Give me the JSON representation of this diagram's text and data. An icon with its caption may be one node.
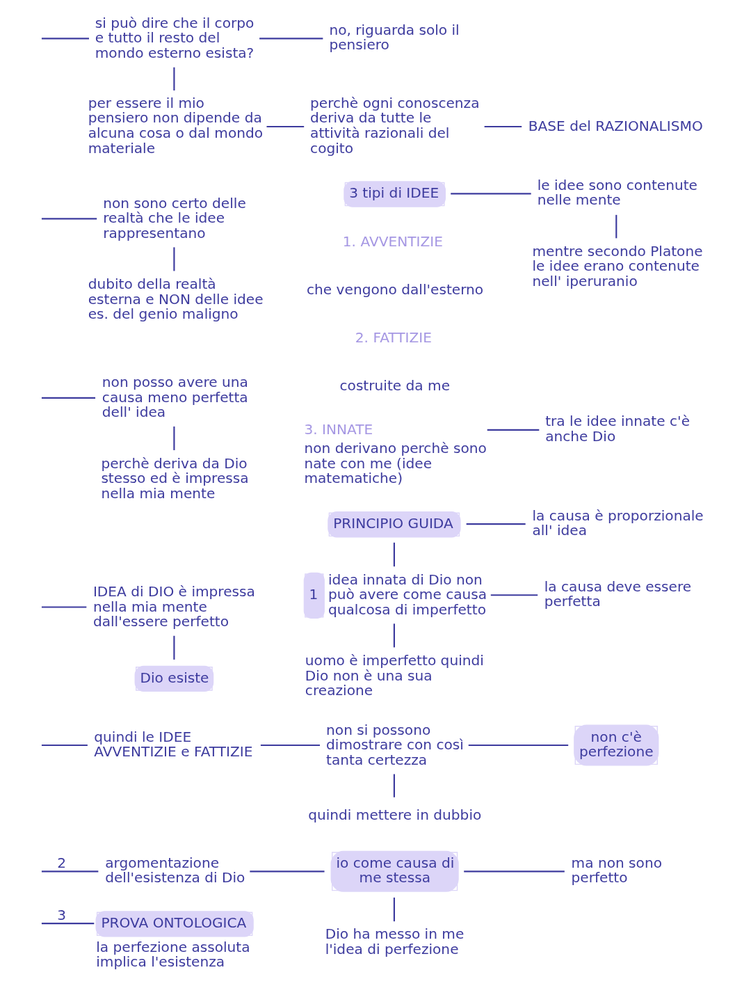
{
  "diagram": {
    "nodes": [
      {
        "text": [
          "si può dire che il corpo e tutto il resto del mondo esterno esista?"
        ]
      },
      {
        "text": [
          "no, riguarda solo il pensiero"
        ]
      },
      {
        "text": [
          "BASE del RAZIONALISMO"
        ]
      },
      {
        "text": [
          "per essere il mio pensiero non dipende da alcuna cosa o dal mondo materiale"
        ]
      },
      {
        "text": [
          "perchè ogni conoscenza deriva da tutte le attività razionali del cogito"
        ]
      },
      {
        "text": [
          "le idee sono contenute nelle mente"
        ]
      },
      {
        "text": [
          "mentre secondo Platone le idee erano contenute nell' iperuranio"
        ]
      },
      {
        "text": [
          "non sono certo delle realtà che le idee rappresentano"
        ]
      },
      {
        "text": [
          "3 tipi di IDEE"
        ]
      },
      {
        "text": [
          "dubito della realtà esterna e NON delle idee es. del genio maligno"
        ]
      },
      {
        "text": [
          "3. INNATE",
          "non derivano perchè sono nate con me (idee matematiche)"
        ]
      },
      {
        "text": [
          "tra le idee innate c'è anche Dio"
        ]
      },
      {
        "text": [
          "non posso avere una causa meno perfetta dell' idea"
        ]
      },
      {
        "text": [
          "PRINCIPIO GUIDA"
        ]
      },
      {
        "text": [
          "la causa è proporzionale all' idea"
        ]
      },
      {
        "text": [
          "perchè deriva da Dio stesso ed è impressa nella mia mente"
        ]
      },
      {
        "text": [
          "1",
          "idea innata di Dio non può avere come causa qualcosa di imperfetto"
        ]
      },
      {
        "text": [
          "la causa deve essere perfetta"
        ]
      },
      {
        "text": [
          "uomo è imperfetto quindi Dio non è una sua creazione"
        ]
      },
      {
        "text": [
          "IDEA di DIO è impressa nella mia mente dall'essere perfetto"
        ]
      },
      {
        "text": [
          "Dio esiste"
        ]
      },
      {
        "text": [
          "quindi le IDEE AVVENTIZIE e FATTIZIE"
        ]
      },
      {
        "text": [
          "non si possono dimostrare con così tanta certezza"
        ]
      },
      {
        "text": [
          "non c'è perfezione"
        ]
      },
      {
        "text": [
          "quindi mettere in dubbio"
        ]
      },
      {
        "text": [
          "argomentazione dell'esistenza di Dio"
        ]
      },
      {
        "text": [
          "io come causa di me stessa"
        ]
      },
      {
        "text": [
          "ma non sono perfetto"
        ]
      },
      {
        "text": [
          "PROVA ONTOLOGICA",
          "la perfezione assoluta implica l'esistenza"
        ]
      },
      {
        "text": [
          "Dio ha messo in me l'idea di perfezione"
        ]
      }
    ],
    "edges": [
      {
        "from": null,
        "to": 0,
        "arrow": "none"
      },
      {
        "from": 0,
        "to": 1,
        "arrow": "none"
      },
      {
        "from": 0,
        "to": 3,
        "arrow": "none"
      },
      {
        "from": 3,
        "to": 4,
        "arrow": "none"
      },
      {
        "from": 4,
        "to": 2,
        "arrow": "none"
      },
      {
        "from": 8,
        "to": 5,
        "arrow": "none"
      },
      {
        "from": 5,
        "to": 6,
        "arrow": "none"
      },
      {
        "from": null,
        "to": 7,
        "arrow": "none"
      },
      {
        "from": 7,
        "to": 9,
        "arrow": "none"
      },
      {
        "from": 10,
        "to": 11,
        "arrow": "none"
      },
      {
        "from": null,
        "to": 12,
        "arrow": "none"
      },
      {
        "from": 12,
        "to": 15,
        "arrow": "none"
      },
      {
        "from": 13,
        "to": 14,
        "arrow": "none"
      },
      {
        "from": 13,
        "to": 16,
        "arrow": "none"
      },
      {
        "from": 16,
        "to": 17,
        "arrow": "none"
      },
      {
        "from": 16,
        "to": 18,
        "arrow": "none"
      },
      {
        "from": null,
        "to": 19,
        "arrow": "none"
      },
      {
        "from": 19,
        "to": 20,
        "arrow": "none"
      },
      {
        "from": null,
        "to": 21,
        "arrow": "none"
      },
      {
        "from": 21,
        "to": 22,
        "arrow": "none"
      },
      {
        "from": 22,
        "to": 23,
        "arrow": "none"
      },
      {
        "from": 22,
        "to": 24,
        "arrow": "none"
      },
      {
        "from": null,
        "to": 25,
        "arrow": "none",
        "label": "2"
      },
      {
        "from": 25,
        "to": 26,
        "arrow": "none"
      },
      {
        "from": 26,
        "to": 27,
        "arrow": "none"
      },
      {
        "from": 26,
        "to": 29,
        "arrow": "none"
      },
      {
        "from": null,
        "to": 28,
        "arrow": "none",
        "label": "3"
      }
    ],
    "labels": [
      "1. AVVENTIZIE",
      "che vengono dall'esterno",
      "2. FATTIZIE",
      "costruite da me"
    ]
  }
}
